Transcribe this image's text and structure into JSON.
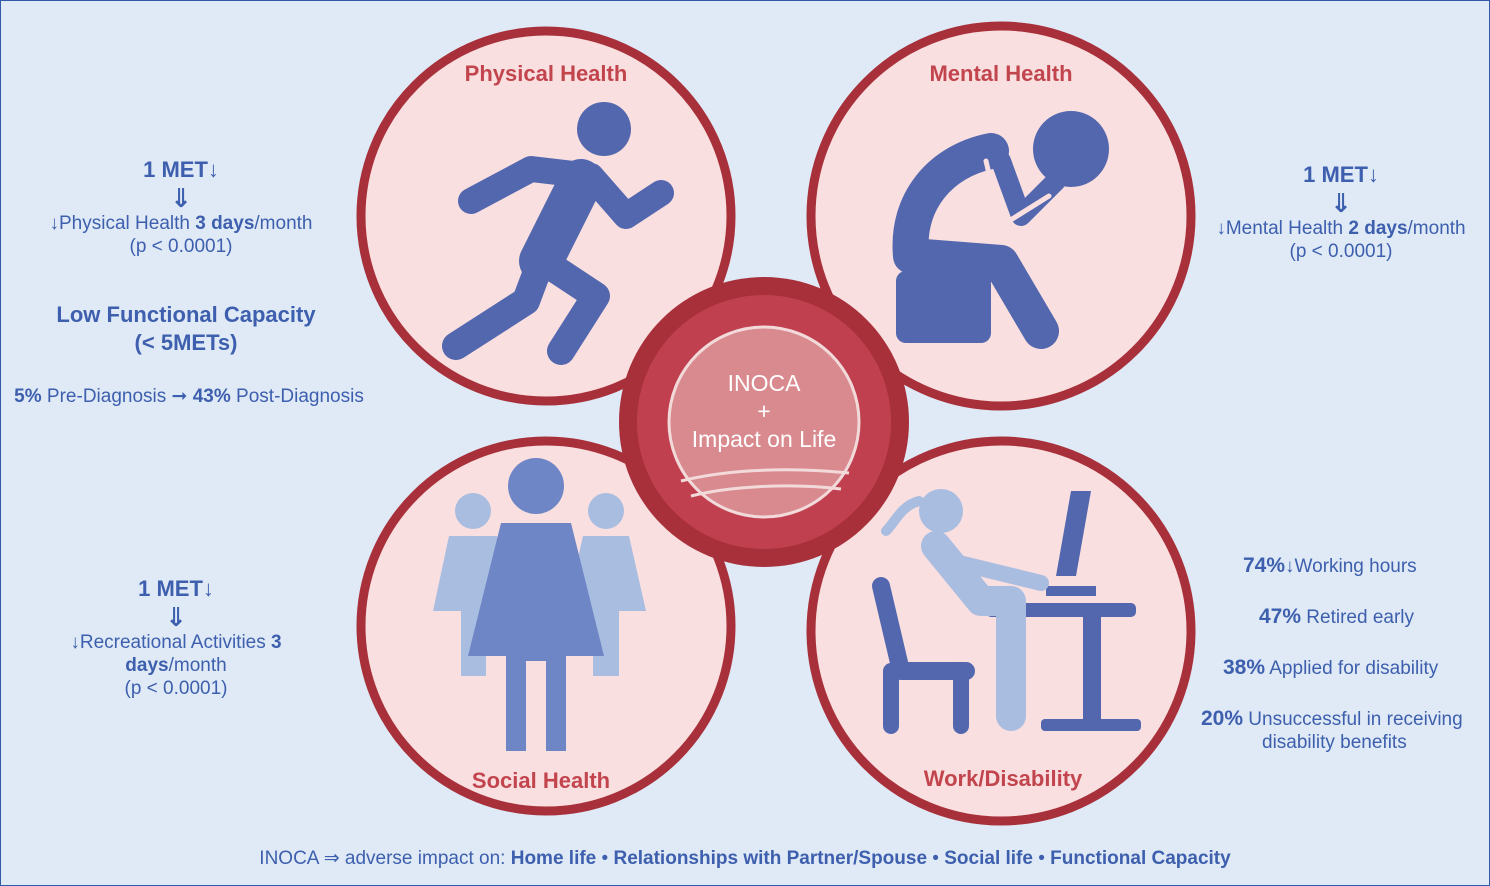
{
  "circles": {
    "physical_title": "Physical Health",
    "mental_title": "Mental Health",
    "social_title": "Social Health",
    "work_title": "Work/Disability"
  },
  "center": {
    "line1": "INOCA",
    "line2": "+",
    "line3": "Impact on Life"
  },
  "physical_panel": {
    "met": "1 MET",
    "down_arrow": "↓",
    "implies": "⇓",
    "line_prefix": "↓Physical Health ",
    "days_bold": "3 days",
    "line_suffix": "/month",
    "pvalue": "(p < 0.0001)",
    "capacity_title_1": "Low Functional Capacity",
    "capacity_title_2": "(< 5METs)",
    "pre_pct": "5%",
    "pre_text": " Pre-Diagnosis ➞ ",
    "post_pct": "43%",
    "post_text": " Post-Diagnosis"
  },
  "mental_panel": {
    "met": "1 MET",
    "down_arrow": "↓",
    "implies": "⇓",
    "line_prefix": "↓Mental Health ",
    "days_bold": "2 days",
    "line_suffix": "/month",
    "pvalue": "(p < 0.0001)"
  },
  "social_panel": {
    "met": "1 MET",
    "down_arrow": "↓",
    "implies": "⇓",
    "line_prefix": "↓Recreational Activities ",
    "days_bold_1": "3",
    "days_bold_2": "days",
    "line_suffix": "/month",
    "pvalue": "(p < 0.0001)"
  },
  "work_panel": {
    "items": [
      {
        "pct": "74%",
        "text": "↓Working hours"
      },
      {
        "pct": "47%",
        "text": " Retired early"
      },
      {
        "pct": "38%",
        "text": " Applied for disability"
      },
      {
        "pct": "20%",
        "text": " Unsuccessful in receiving"
      }
    ],
    "last_line_2": "disability benefits"
  },
  "footer": {
    "prefix": "INOCA ⇒  adverse impact on: ",
    "items": [
      "Home life",
      "Relationships with Partner/Spouse",
      "Social life",
      "Functional Capacity"
    ],
    "separator": " • "
  },
  "colors": {
    "background": "#dfeaf6",
    "ring": "#a8303a",
    "circle_fill": "#f9dfe0",
    "text_blue": "#3d5fae",
    "title_red": "#c2454e",
    "figure_blue": "#5267ad",
    "figure_light": "#a9bde0"
  }
}
